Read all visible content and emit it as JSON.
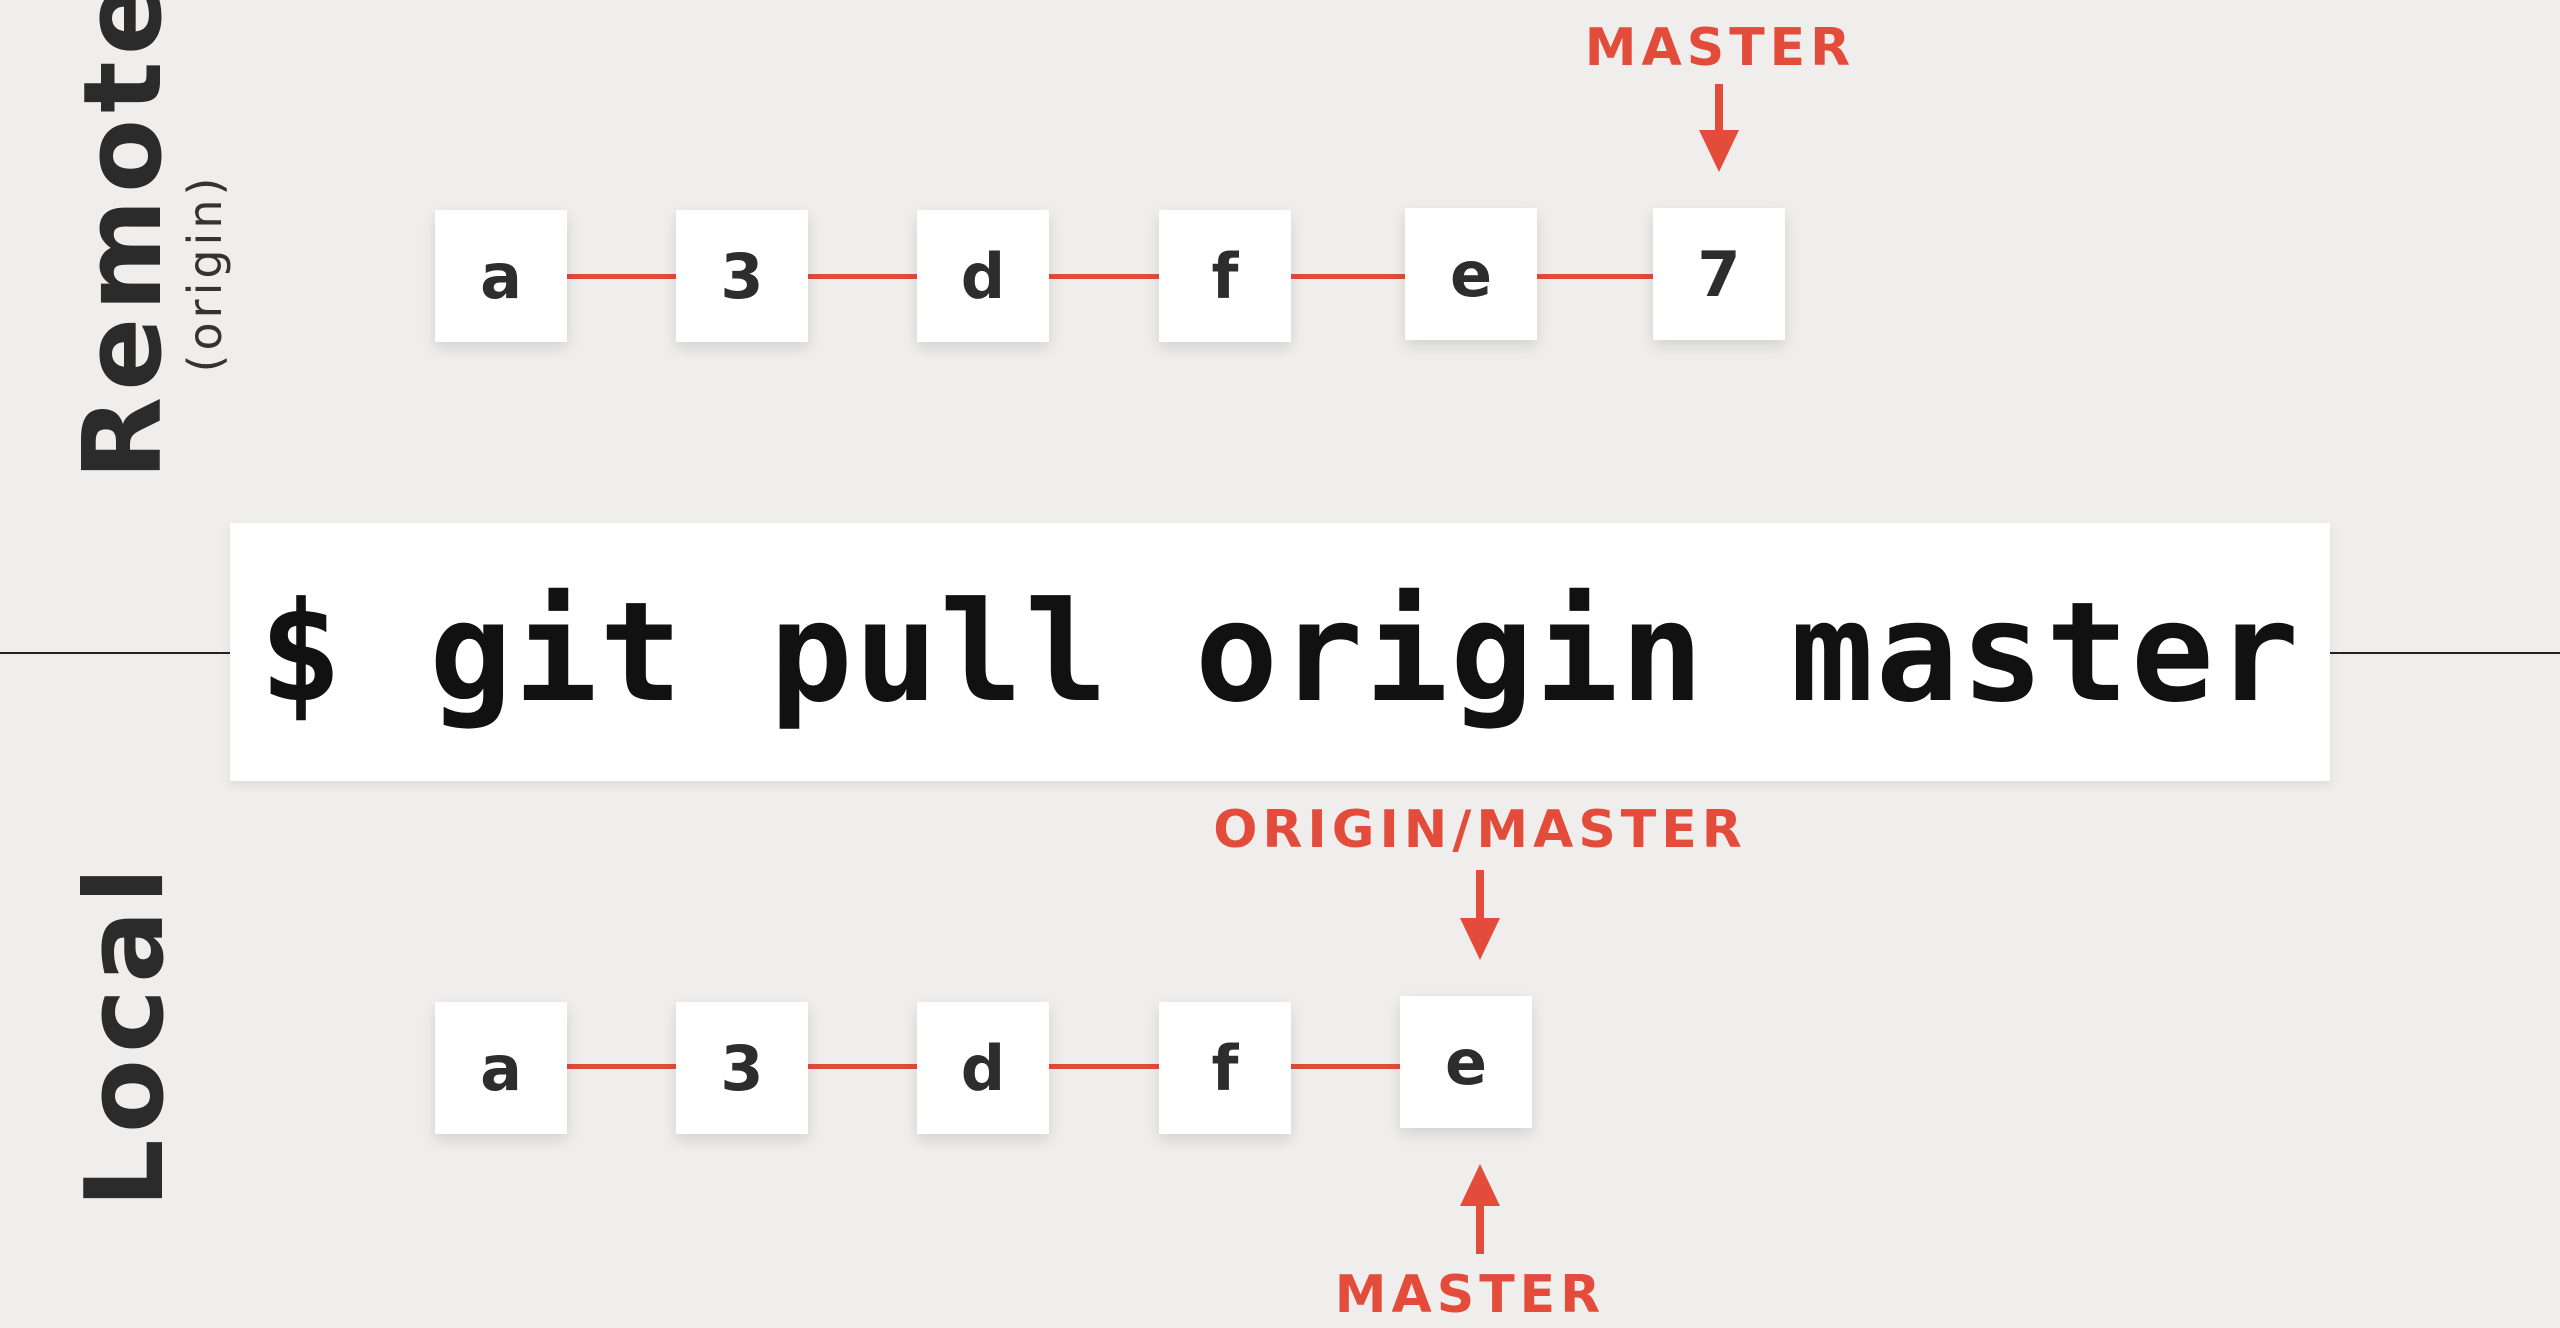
{
  "sections": {
    "remote_label": "Remote",
    "remote_sub_label": "(origin)",
    "local_label": "Local"
  },
  "command": {
    "text": "$ git pull origin master"
  },
  "remote_commits": [
    "a",
    "3",
    "d",
    "f",
    "e",
    "7"
  ],
  "local_commits": [
    "a",
    "3",
    "d",
    "f",
    "e"
  ],
  "pointers": {
    "remote_master": "MASTER",
    "local_origin_master": "ORIGIN/MASTER",
    "local_master": "MASTER"
  },
  "colors": {
    "accent": "#e34b3b",
    "background": "#efeeec",
    "commit_box": "#ffffff",
    "text": "#2b2b2b"
  }
}
